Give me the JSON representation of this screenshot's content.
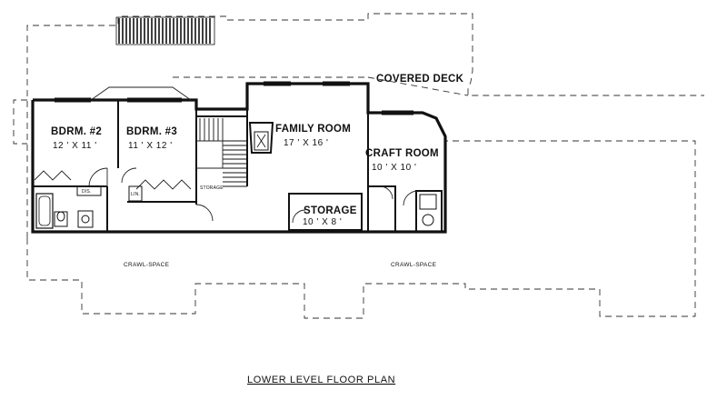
{
  "rooms": {
    "bedroom2": {
      "label": "BDRM. #2",
      "dim": "12 ' X 11 '"
    },
    "bedroom3": {
      "label": "BDRM. #3",
      "dim": "11 ' X 12 '"
    },
    "family": {
      "label": "FAMILY ROOM",
      "dim": "17 ' X 16 '"
    },
    "craft": {
      "label": "CRAFT ROOM",
      "dim": "10 ' X 10 '"
    },
    "storage": {
      "label": "STORAGE",
      "dim": "10 ' X 8 '"
    }
  },
  "small_labels": {
    "stair_storage": "STORAGE",
    "washer": "DIS.",
    "linen": "LIN."
  },
  "covered_deck": "COVERED DECK",
  "crawl_left": "CRAWL-SPACE",
  "crawl_right": "CRAWL-SPACE",
  "title": "LOWER LEVEL FLOOR PLAN"
}
